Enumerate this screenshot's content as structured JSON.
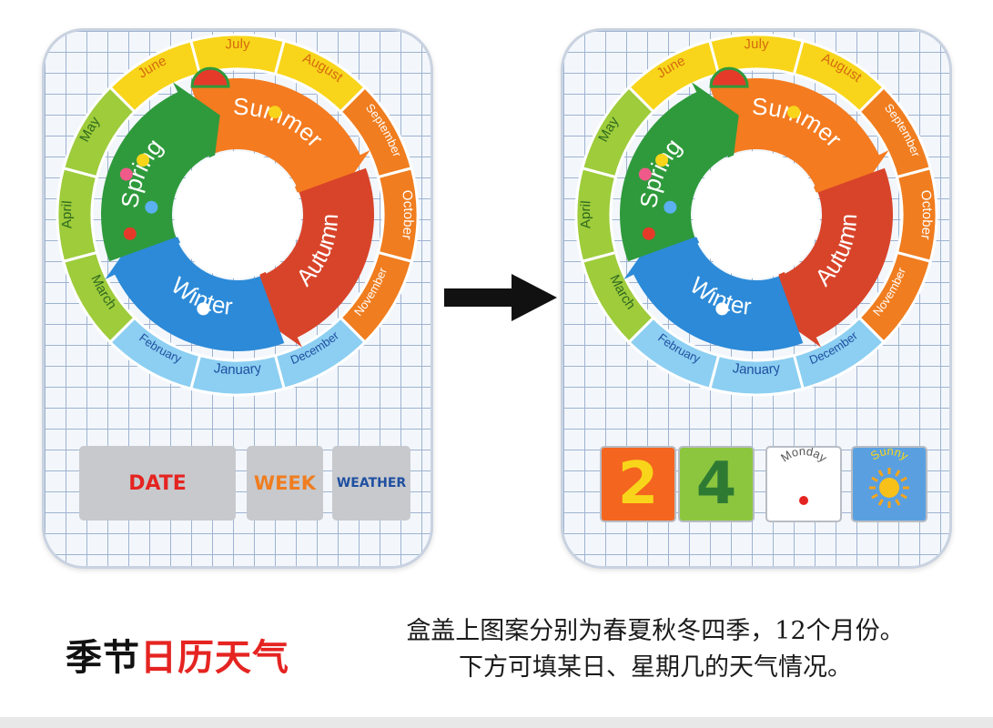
{
  "months": [
    "June",
    "July",
    "August",
    "September",
    "October",
    "November",
    "December",
    "January",
    "February",
    "March",
    "April",
    "May"
  ],
  "seasons": [
    "Summer",
    "Autumn",
    "Winter",
    "Spring"
  ],
  "colors": {
    "summer_months": "#f8d51a",
    "autumn_months": "#f07d1f",
    "winter_months": "#8ccff2",
    "spring_months": "#9ecc3b",
    "summer_arrow": "#f47b20",
    "autumn_arrow": "#d8442a",
    "winter_arrow": "#2c8ad8",
    "spring_arrow": "#2f9a3c"
  },
  "left_slots": {
    "date": "DATE",
    "week": "WEEK",
    "weather": "WEATHER"
  },
  "right_tiles": {
    "digit1": "2",
    "digit2": "4",
    "weekday": "Monday",
    "weather": "Sunny"
  },
  "caption": {
    "title_part1": "季节",
    "title_part2": "日历天气",
    "line1": "盒盖上图案分别为春夏秋冬四季，12个月份。",
    "line2": "下方可填某日、星期几的天气情况。"
  }
}
